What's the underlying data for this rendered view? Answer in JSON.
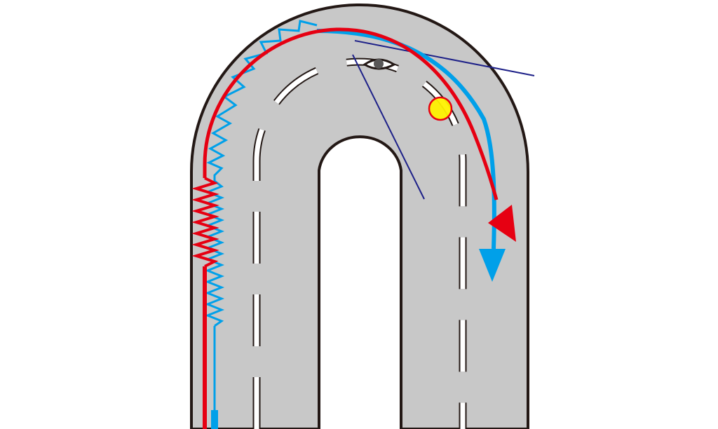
{
  "diagram": {
    "type": "hairpin-curve-driving-lines",
    "colors": {
      "background": "#ffffff",
      "road_surface": "#c8c8c8",
      "road_edge": "#231815",
      "lane_marking": "#ffffff",
      "red_line": "#e60012",
      "blue_line": "#00a0e9",
      "sight_lines": "#1d2088",
      "apex_marker_fill": "#fff100",
      "apex_marker_stroke": "#e60012",
      "eye_icon": "#595757"
    },
    "elements": {
      "red_path": "red-driving-line-with-braking-zigzag",
      "blue_path": "blue-driving-line-with-zigzag",
      "apex_marker": "yellow-circle",
      "viewpoint": "eye-icon"
    }
  }
}
